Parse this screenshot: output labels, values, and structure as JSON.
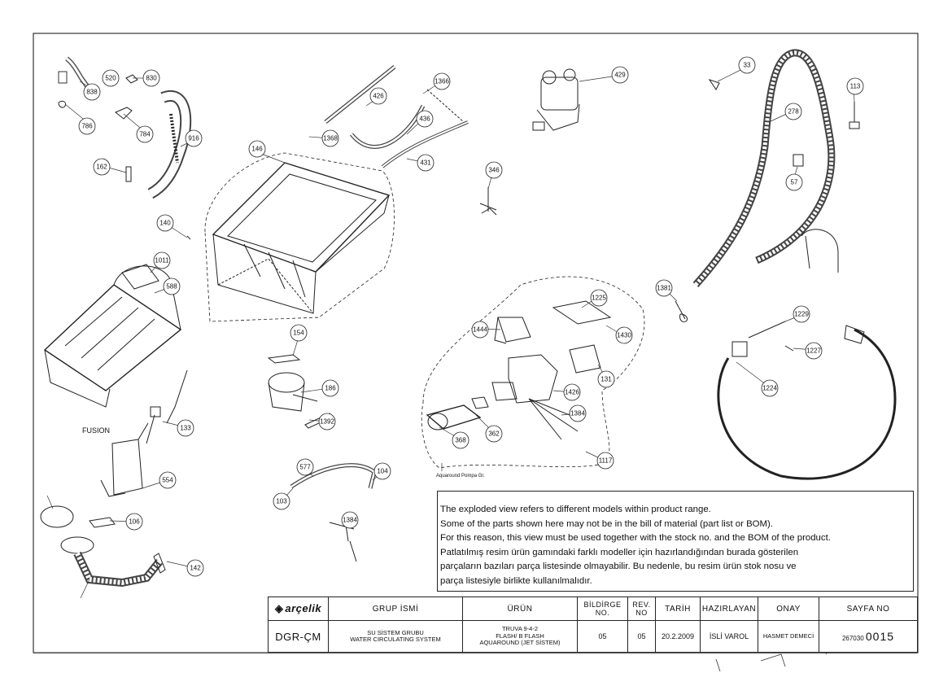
{
  "callouts": [
    "830",
    "520",
    "838",
    "786",
    "784",
    "916",
    "162",
    "146",
    "1366",
    "426",
    "436",
    "1368",
    "431",
    "429",
    "33",
    "278",
    "113",
    "57",
    "346",
    "140",
    "1381",
    "1229",
    "1227",
    "1224",
    "1225",
    "1430",
    "131",
    "1426",
    "1444",
    "1384",
    "362",
    "368",
    "1117",
    "1392",
    "186",
    "154",
    "1011",
    "588",
    "133",
    "554",
    "577",
    "104",
    "103",
    "1384b",
    "106",
    "142"
  ],
  "labels": {
    "fusion": "FUSION",
    "aquaround": "Aquaround Pompa Gr."
  },
  "note": {
    "lines": [
      "The exploded view refers to different models within product range.",
      "Some of the parts shown here may not be in the bill of material (part list or BOM).",
      "For this reason, this view must be used together with the stock no. and the BOM of the product.",
      "Patlatılmış resim ürün gamındaki farklı modeller için hazırlandığından burada gösterilen",
      "parçaların bazıları parça listesinde olmayabilir. Bu nedenle, bu resim ürün stok nosu ve",
      "parça listesiyle birlikte kullanılmalıdır."
    ]
  },
  "title_block": {
    "logo": "arçelik",
    "logo_mark": "◈",
    "grup_ismi_header": "GRUP İSMİ",
    "urun_header": "ÜRÜN",
    "bildirge_header": "BİLDİRGE NO.",
    "rev_header": "REV. NO",
    "tarih_header": "TARİH",
    "hazirlayan_header": "HAZIRLAYAN",
    "onay_header": "ONAY",
    "sayfa_header": "SAYFA NO",
    "group_code": "DGR-ÇM",
    "group_name_1": "SU SİSTEM GRUBU",
    "group_name_2": "WATER CIRCULATING SYSTEM",
    "product_1": "TRUVA 9-4-2",
    "product_2": "FLASH/ B FLASH",
    "product_3": "AQUAROUND (JET SİSTEM)",
    "bildirge_no": "05",
    "rev_no": "05",
    "tarih": "20.2.2009",
    "hazirlayan": "İSLİ VAROL",
    "onay": "HASMET DEMECİ",
    "sayfa_prefix": "267030",
    "sayfa_no": "0015"
  }
}
